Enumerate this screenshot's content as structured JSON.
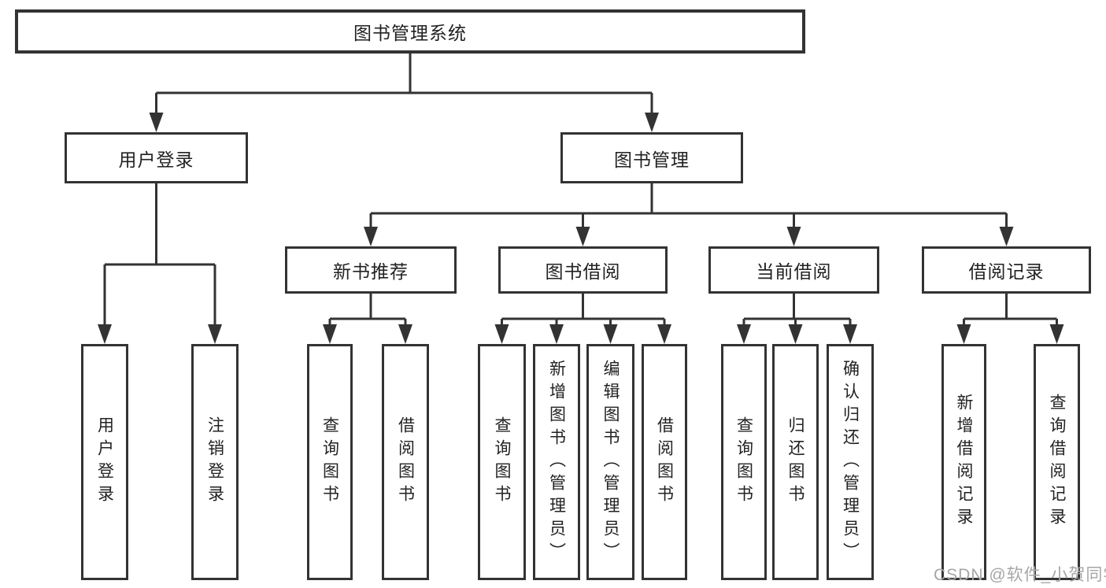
{
  "tree": {
    "root": {
      "label": "图书管理系统",
      "children": [
        {
          "label": "用户登录",
          "children": [
            {
              "label": "用户登录"
            },
            {
              "label": "注销登录"
            }
          ]
        },
        {
          "label": "图书管理",
          "children": [
            {
              "label": "新书推荐",
              "children": [
                {
                  "label": "查询图书"
                },
                {
                  "label": "借阅图书"
                }
              ]
            },
            {
              "label": "图书借阅",
              "children": [
                {
                  "label": "查询图书"
                },
                {
                  "label": "新增图书（管理员）"
                },
                {
                  "label": "编辑图书（管理员）"
                },
                {
                  "label": "借阅图书"
                }
              ]
            },
            {
              "label": "当前借阅",
              "children": [
                {
                  "label": "查询图书"
                },
                {
                  "label": "归还图书"
                },
                {
                  "label": "确认归还（管理员）"
                }
              ]
            },
            {
              "label": "借阅记录",
              "children": [
                {
                  "label": "新增借阅记录"
                },
                {
                  "label": "查询借阅记录"
                }
              ]
            }
          ]
        }
      ]
    }
  },
  "watermark": {
    "text": "CSDN @软件_小贺同学"
  },
  "colors": {
    "line": "#333333",
    "text": "#222222",
    "background": "#ffffff",
    "watermark": "#a6a6a6"
  }
}
